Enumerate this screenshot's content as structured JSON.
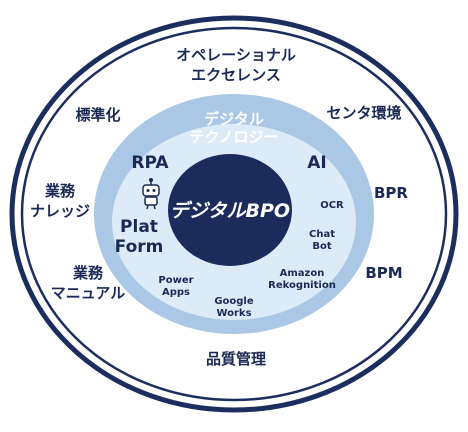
{
  "colors": {
    "navy": "#1c2e5e",
    "core": "#1a2b5c",
    "outer_fill": "#ffffff",
    "ring_light": "#aac8e6",
    "inner_fill": "#dcebf7",
    "text_dark": "#1b2a55"
  },
  "diagram": {
    "core_label": "デジタルBPO",
    "middle_ring_title": [
      "デジタル",
      "テクノロジー"
    ],
    "technologies": {
      "rpa": "RPA",
      "ai": "AI",
      "ocr": "OCR",
      "chatbot": [
        "Chat",
        "Bot"
      ],
      "platform": [
        "Plat",
        "Form"
      ],
      "power_apps": [
        "Power",
        "Apps"
      ],
      "google_works": [
        "Google",
        "Works"
      ],
      "amazon_rekognition": [
        "Amazon",
        "Rekognition"
      ]
    },
    "outer_ring": {
      "top": [
        "オペレーショナル",
        "エクセレンス"
      ],
      "standardization": "標準化",
      "center_env": "センタ環境",
      "business_knowledge": [
        "業務",
        "ナレッジ"
      ],
      "bpr": "BPR",
      "business_manual": [
        "業務",
        "マニュアル"
      ],
      "bpm": "BPM",
      "quality": "品質管理"
    },
    "robot_icon": "robot-icon"
  }
}
